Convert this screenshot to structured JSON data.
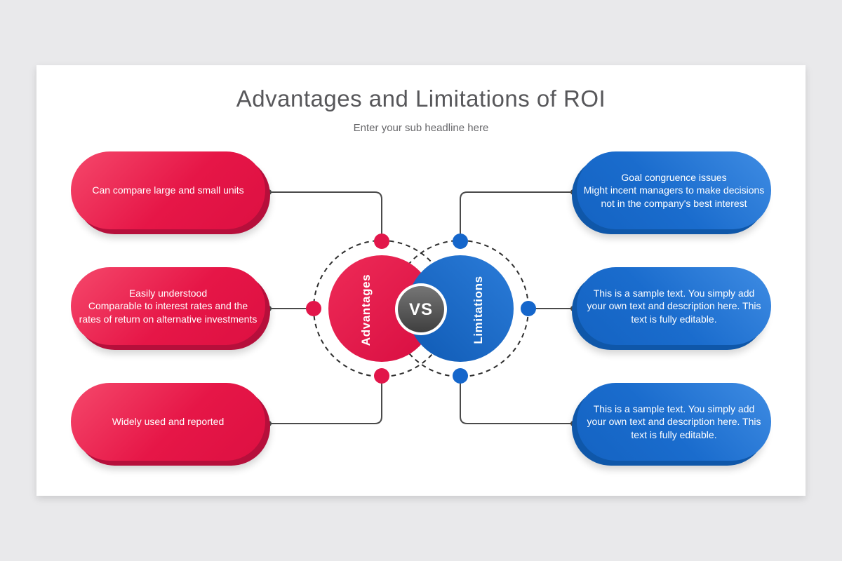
{
  "page": {
    "title": "Advantages and Limitations of ROI",
    "subtitle": "Enter your sub headline here"
  },
  "center": {
    "vs_label": "VS"
  },
  "advantages": {
    "label": "Advantages",
    "color": "#e2164a",
    "items": [
      {
        "text": "Can compare large and small units"
      },
      {
        "text": "Easily understood\nComparable to interest rates and the rates of return on alternative investments"
      },
      {
        "text": "Widely used and reported"
      }
    ]
  },
  "limitations": {
    "label": "Limitations",
    "color": "#1566cb",
    "items": [
      {
        "text": "Goal congruence issues\nMight incent managers to make decisions not in the company's best interest"
      },
      {
        "text": "This is a sample text. You simply add your own text and description here. This text is fully editable."
      },
      {
        "text": "This is a sample text. You simply add your own text and description here. This text is fully editable."
      }
    ]
  }
}
